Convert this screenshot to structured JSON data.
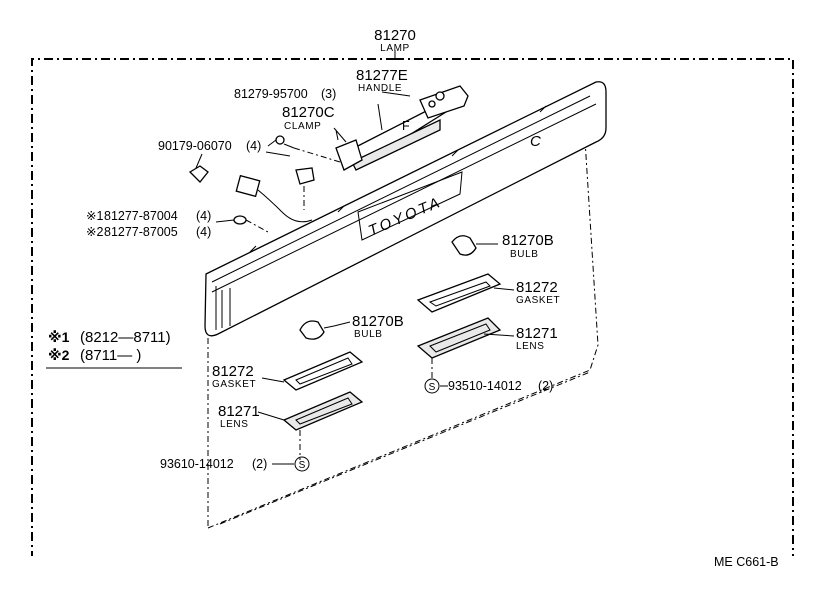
{
  "main": {
    "part": "81270",
    "name": "LAMP"
  },
  "handle": {
    "part": "81277E",
    "name": "HANDLE"
  },
  "screw_top": {
    "part": "81279-95700",
    "qty": "(3)"
  },
  "clamp": {
    "part": "81270C",
    "name": "CLAMP"
  },
  "clip": {
    "part": "90179-06070",
    "qty": "(4)"
  },
  "grommet1": {
    "mark": "※1",
    "part": "81277-87004",
    "qty": "(4)"
  },
  "grommet2": {
    "mark": "※2",
    "part": "81277-87005",
    "qty": "(4)"
  },
  "bulb_right": {
    "part": "81270B",
    "name": "BULB"
  },
  "gasket_right": {
    "part": "81272",
    "name": "GASKET"
  },
  "bulb_left": {
    "part": "81270B",
    "name": "BULB"
  },
  "lens_right": {
    "part": "81271",
    "name": "LENS"
  },
  "gasket_left": {
    "part": "81272",
    "name": "GASKET"
  },
  "lens_left": {
    "part": "81271",
    "name": "LENS"
  },
  "screw_right": {
    "part": "93510-14012",
    "qty": "(2)",
    "symbol": "S"
  },
  "screw_left": {
    "part": "93610-14012",
    "qty": "(2)",
    "symbol": "S"
  },
  "legend": {
    "row1": {
      "mark": "※1",
      "range": "(8212—8711)"
    },
    "row2": {
      "mark": "※2",
      "range": "(8711—        )"
    }
  },
  "housing_text": "TOYOTA",
  "corner_mark": "C",
  "handle_mark": "F",
  "footer_code": "ME  C661-B"
}
